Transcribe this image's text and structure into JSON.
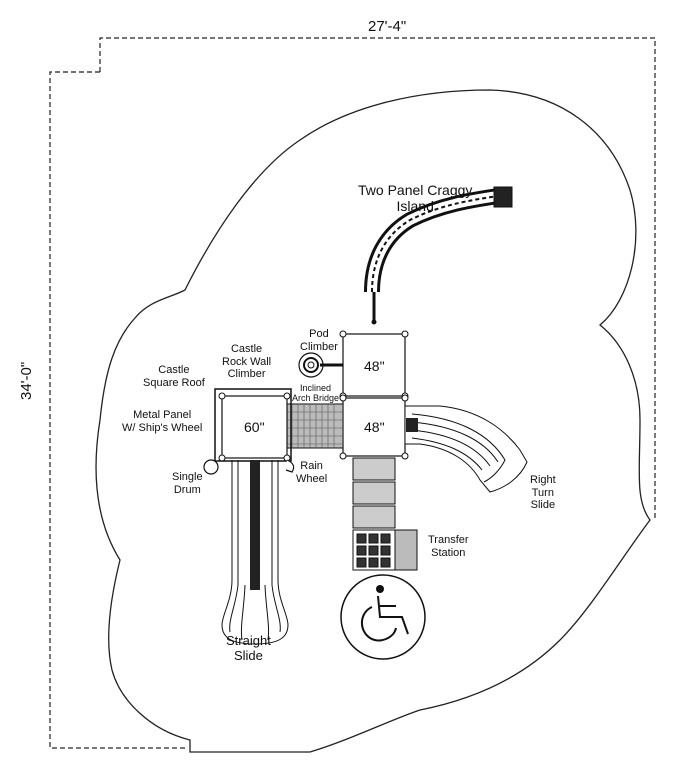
{
  "dimensions": {
    "width_label": "27'-4\"",
    "height_label": "34'-0\""
  },
  "decks": {
    "upper_deck": "48\"",
    "lower_deck": "48\"",
    "castle_deck": "60\""
  },
  "labels": {
    "craggy_island": [
      "Two Panel Craggy",
      "Island"
    ],
    "pod_climber": [
      "Pod",
      "Climber"
    ],
    "castle_rock_wall": [
      "Castle",
      "Rock Wall",
      "Climber"
    ],
    "castle_roof": [
      "Castle",
      "Square Roof"
    ],
    "metal_panel": [
      "Metal Panel",
      "W/ Ship's Wheel"
    ],
    "inclined_bridge": [
      "Inclined",
      "Arch Bridge"
    ],
    "single_drum": [
      "Single",
      "Drum"
    ],
    "rain_wheel": [
      "Rain",
      "Wheel"
    ],
    "right_turn_slide": [
      "Right",
      "Turn",
      "Slide"
    ],
    "transfer_station": [
      "Transfer",
      "Station"
    ],
    "straight_slide": [
      "Straight",
      "Slide"
    ]
  },
  "icons": {
    "accessibility": "wheelchair-icon"
  }
}
